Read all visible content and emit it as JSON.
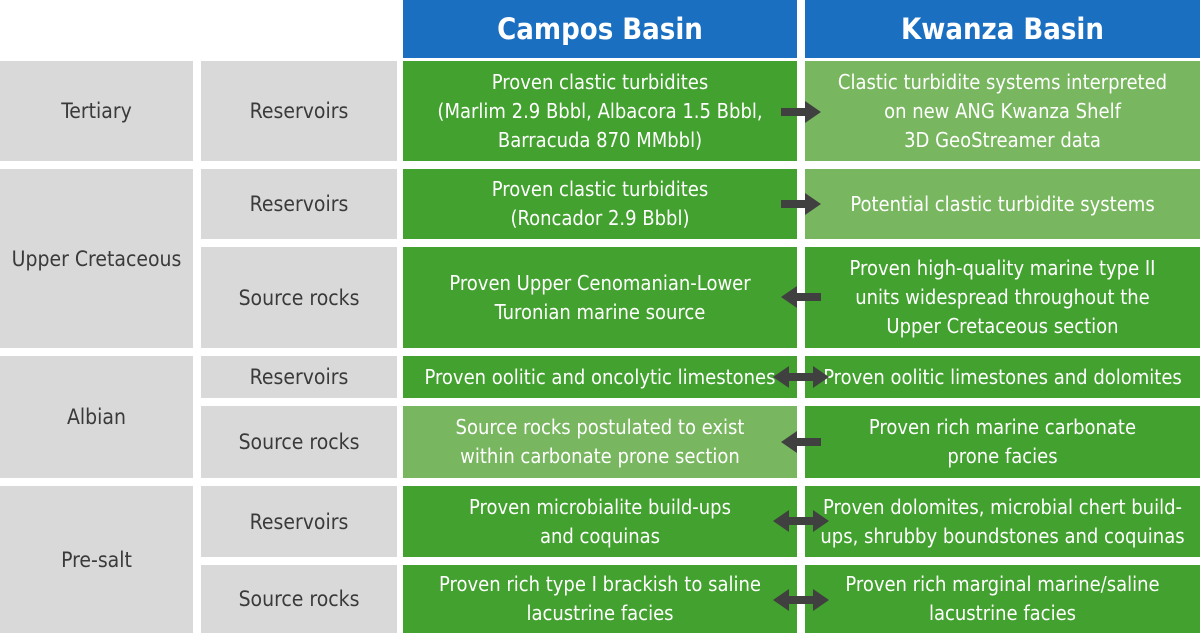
{
  "headers": {
    "campos": "Campos Basin",
    "kwanza": "Kwanza Basin"
  },
  "ages": {
    "tertiary": "Tertiary",
    "upper_cretaceous": "Upper Cretaceous",
    "albian": "Albian",
    "pre_salt": "Pre-salt"
  },
  "rows": [
    {
      "type": "Reservoirs",
      "campos": "Proven clastic turbidites\n(Marlim 2.9 Bbbl, Albacora 1.5 Bbbl,\nBarracuda 870 MMbbl)",
      "kwanza": "Clastic turbidite systems interpreted\non new ANG Kwanza Shelf\n3D GeoStreamer data",
      "arrow": "right"
    },
    {
      "type": "Reservoirs",
      "campos": "Proven clastic turbidites\n(Roncador 2.9 Bbbl)",
      "kwanza": "Potential clastic turbidite systems",
      "arrow": "right"
    },
    {
      "type": "Source rocks",
      "campos": "Proven Upper Cenomanian-Lower\nTuronian marine source",
      "kwanza": "Proven high-quality marine type II\nunits widespread throughout the\nUpper Cretaceous section",
      "arrow": "left"
    },
    {
      "type": "Reservoirs",
      "campos": "Proven oolitic and oncolytic limestones",
      "kwanza": "Proven oolitic limestones and dolomites",
      "arrow": "both"
    },
    {
      "type": "Source rocks",
      "campos": "Source rocks postulated to exist\nwithin carbonate prone section",
      "kwanza": "Proven rich marine carbonate\nprone facies",
      "arrow": "left"
    },
    {
      "type": "Reservoirs",
      "campos": "Proven microbialite build-ups\nand coquinas",
      "kwanza": "Proven dolomites, microbial chert build-\nups, shrubby boundstones and coquinas",
      "arrow": "both"
    },
    {
      "type": "Source rocks",
      "campos": "Proven rich type I brackish to saline\nlacustrine facies",
      "kwanza": "Proven rich marginal marine/saline\nlacustrine facies",
      "arrow": "both"
    }
  ],
  "colors": {
    "header_blue": "#1b6fc0",
    "green_dark": "#43a12f",
    "green_light": "#78b75f",
    "grey": "#d9d9d9",
    "arrow": "#404040"
  }
}
